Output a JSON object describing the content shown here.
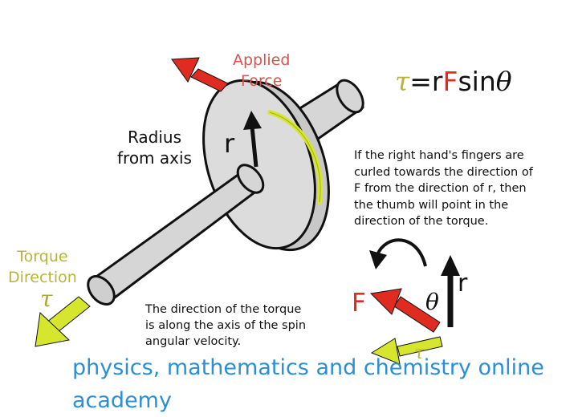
{
  "labels": {
    "applied_force": [
      "Applied",
      "Force"
    ],
    "radius_from_axis": [
      "Radius",
      "from axis"
    ],
    "torque_direction": [
      "Torque",
      "Direction"
    ],
    "tau_symbol": "τ",
    "r_symbol": "r",
    "F_symbol": "F",
    "theta_symbol": "θ"
  },
  "formula": {
    "tau": "τ",
    "equals_r": "=r",
    "F": "F",
    "sin": "sin",
    "theta": "θ"
  },
  "right_hand_rule": [
    "If the right hand's fingers are",
    "curled towards the direction of",
    "F from the direction of r, then",
    "the thumb will point in the",
    "direction of the torque."
  ],
  "torque_direction_note": [
    "The direction of the torque",
    "is along the axis of the spin",
    "angular velocity."
  ],
  "watermark": "physics, mathematics and chemistry online academy",
  "colors": {
    "force": "#e02b20",
    "torque": "#d6e62c",
    "label_torque": "#b8b43a",
    "label_force": "#d9534f",
    "watermark": "#2a8fd6",
    "disk": "#d9d9d9",
    "outline": "#111111"
  }
}
